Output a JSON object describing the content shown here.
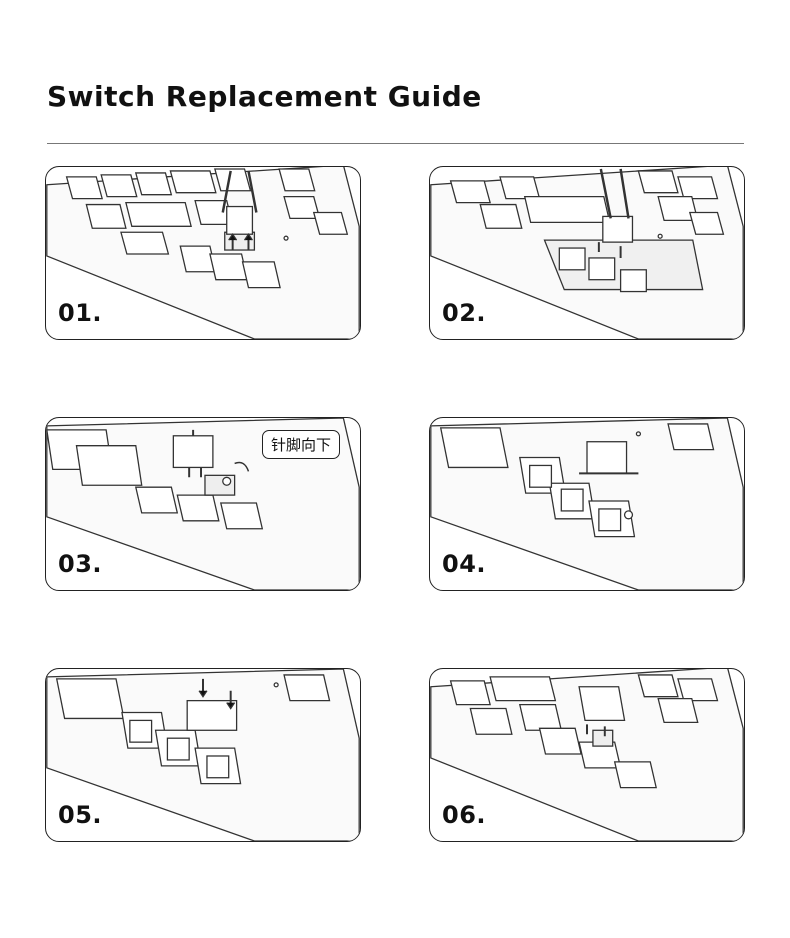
{
  "title": "Switch Replacement Guide",
  "steps": [
    {
      "label": "01."
    },
    {
      "label": "02."
    },
    {
      "label": "03.",
      "callout": "针脚向下"
    },
    {
      "label": "04."
    },
    {
      "label": "05."
    },
    {
      "label": "06."
    }
  ]
}
